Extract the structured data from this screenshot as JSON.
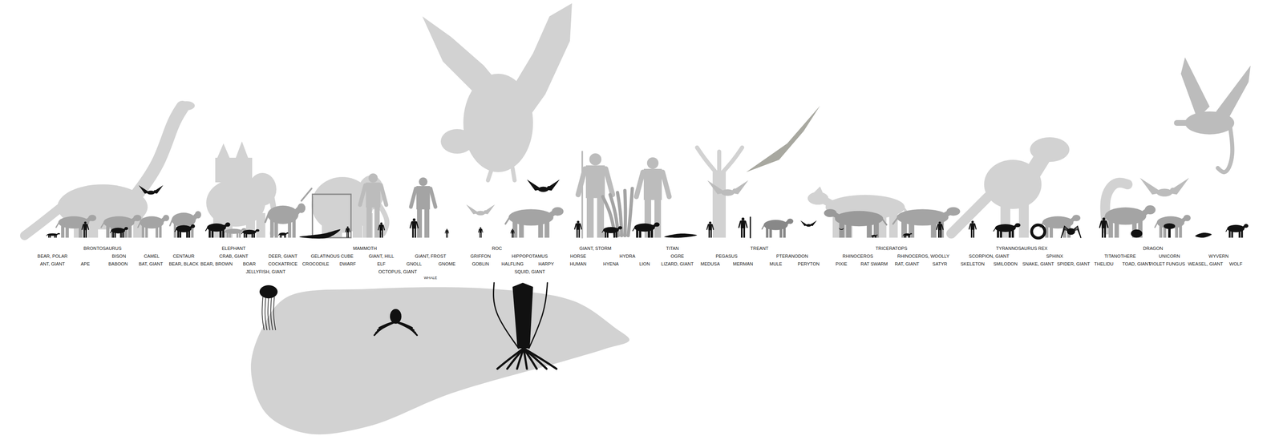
{
  "diagram": {
    "labels": [
      "BRONTOSAURUS",
      "ELEPHANT",
      "MAMMOTH",
      "ROC",
      "GIANT, STORM",
      "TITAN",
      "TREANT",
      "TRICERATOPS",
      "TYRANNOSAURUS REX",
      "DRAGON",
      "BEAR, POLAR",
      "BISON",
      "CAMEL",
      "CENTAUR",
      "CRAB, GIANT",
      "DEER, GIANT",
      "GELATINOUS CUBE",
      "GIANT, HILL",
      "GIANT, FROST",
      "GRIFFON",
      "HIPPOPOTAMUS",
      "HORSE",
      "HYDRA",
      "OGRE",
      "PEGASUS",
      "PTERANODON",
      "RHINOCEROS",
      "RHINOCEROS, WOOLLY",
      "SCORPION, GIANT",
      "SPHINX",
      "TITANOTHERE",
      "UNICORN",
      "WYVERN",
      "ANT, GIANT",
      "APE",
      "BABOON",
      "BAT, GIANT",
      "BEAR, BLACK",
      "BEAR, BROWN",
      "BOAR",
      "COCKATRICE",
      "CROCODILE",
      "DWARF",
      "ELF",
      "GNOLL",
      "GNOME",
      "GOBLIN",
      "HALFLING",
      "HARPY",
      "HUMAN",
      "HYENA",
      "LION",
      "LIZARD, GIANT",
      "MEDUSA",
      "MERMAN",
      "MULE",
      "PERYTON",
      "PIXIE",
      "RAT SWARM",
      "RAT, GIANT",
      "SATYR",
      "SKELETON",
      "SMILODON",
      "SNAKE, GIANT",
      "SPIDER, GIANT",
      "THELIDU",
      "TOAD, GIANT",
      "VIOLET FUNGUS",
      "WEASEL, GIANT",
      "WOLF",
      "JELLYFISH, GIANT",
      "OCTOPUS, GIANT",
      "SQUID, GIANT",
      "WHALE"
    ]
  }
}
